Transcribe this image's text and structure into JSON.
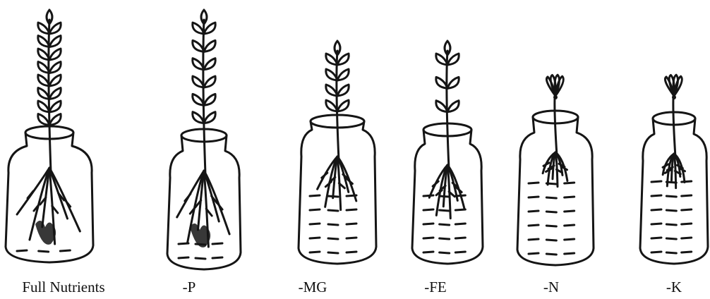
{
  "colors": {
    "ink": "#151515",
    "paper": "#ffffff"
  },
  "jars": [
    {
      "label": "Full Nutrients",
      "plant_height": "tall",
      "leaf_pairs": 8,
      "root_spread": "large",
      "water_dashes": 1,
      "flower_top": false
    },
    {
      "label": "-P",
      "plant_height": "tall",
      "leaf_pairs": 6,
      "root_spread": "large",
      "water_dashes": 2,
      "flower_top": false
    },
    {
      "label": "-MG",
      "plant_height": "medium",
      "leaf_pairs": 4,
      "root_spread": "medium",
      "water_dashes": 5,
      "flower_top": false
    },
    {
      "label": "-FE",
      "plant_height": "medium",
      "leaf_pairs": 3,
      "root_spread": "medium",
      "water_dashes": 5,
      "flower_top": false
    },
    {
      "label": "-N",
      "plant_height": "short",
      "leaf_pairs": 0,
      "root_spread": "small",
      "water_dashes": 6,
      "flower_top": true
    },
    {
      "label": "-K",
      "plant_height": "short",
      "leaf_pairs": 0,
      "root_spread": "small",
      "water_dashes": 6,
      "flower_top": true
    }
  ]
}
